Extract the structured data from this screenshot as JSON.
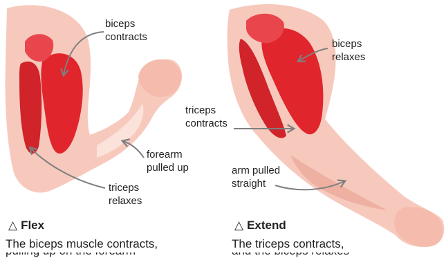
{
  "colors": {
    "skin": "#f7c9bd",
    "skin_light": "#fbe2da",
    "skin_shadow": "#eeb0a1",
    "muscle": "#e1252c",
    "muscle_dark": "#c31d24",
    "arrow": "#7f7f7f"
  },
  "panels": [
    {
      "labels": {
        "biceps": "biceps\ncontracts",
        "forearm": "forearm\npulled up",
        "triceps": "triceps\nrelaxes"
      },
      "caption": {
        "symbol": "△",
        "title": "Flex",
        "text": "The biceps muscle contracts,",
        "cut_text": "pulling up on the forearm"
      }
    },
    {
      "labels": {
        "biceps": "biceps\nrelaxes",
        "triceps": "triceps\ncontracts",
        "arm": "arm pulled\nstraight"
      },
      "caption": {
        "symbol": "△",
        "title": "Extend",
        "text": "The triceps contracts,",
        "cut_text": "and the biceps relaxes"
      }
    }
  ]
}
